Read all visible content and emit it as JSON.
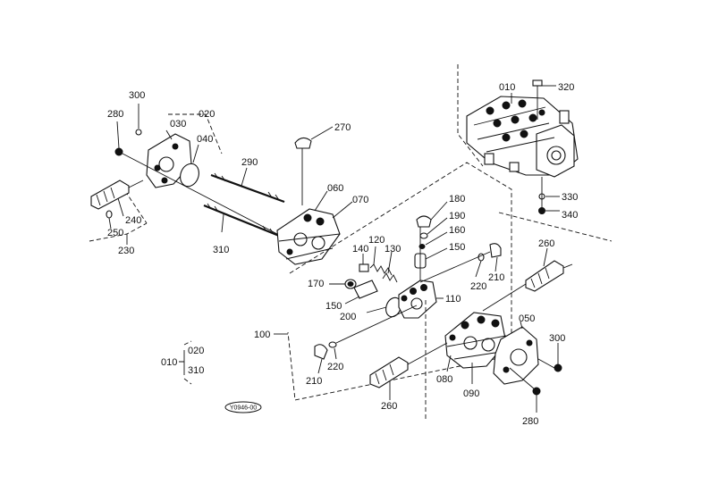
{
  "diagram": {
    "labels": {
      "l010_top": "010",
      "l320": "320",
      "l330": "330",
      "l340": "340",
      "l300_left": "300",
      "l280_left": "280",
      "l030": "030",
      "l020": "020",
      "l040": "040",
      "l270": "270",
      "l290": "290",
      "l060": "060",
      "l070": "070",
      "l240": "240",
      "l250": "250",
      "l230": "230",
      "l310_mid": "310",
      "l180": "180",
      "l190": "190",
      "l160": "160",
      "l150_top": "150",
      "l140": "140",
      "l120": "120",
      "l130": "130",
      "l170": "170",
      "l150_low": "150",
      "l200": "200",
      "l110": "110",
      "l210_right": "210",
      "l220_right": "220",
      "l260_right": "260",
      "l100": "100",
      "l220_low": "220",
      "l210_low": "210",
      "l050": "050",
      "l300_right": "300",
      "l080": "080",
      "l090": "090",
      "l260_low": "260",
      "l280_right": "280",
      "l010_legend": "010",
      "l020_legend": "020",
      "l310_legend": "310",
      "ref": "Y0946-00"
    }
  }
}
